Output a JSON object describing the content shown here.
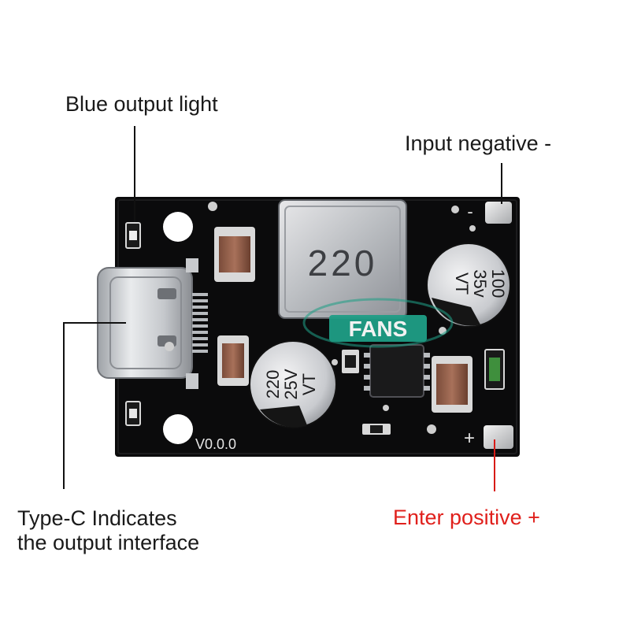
{
  "labels": {
    "blue_output_light": "Blue output light",
    "input_negative": "Input negative -",
    "typec_line1": "Type-C Indicates",
    "typec_line2": "the output interface",
    "enter_positive": "Enter positive +"
  },
  "board": {
    "inductor_marking": "220",
    "cap_right_line1": "100",
    "cap_right_line2": "35v",
    "cap_right_line3": "VT",
    "cap_left_line1": "220",
    "cap_left_line2": "25V",
    "cap_left_line3": "VT",
    "version": "V0.0.0",
    "minus_mark": "-",
    "plus_mark": "+"
  },
  "watermark": {
    "badge": "FANS"
  },
  "colors": {
    "pcb": "#0b0b0c",
    "accent_red": "#e0201c",
    "watermark_teal": "#1f9e86"
  }
}
